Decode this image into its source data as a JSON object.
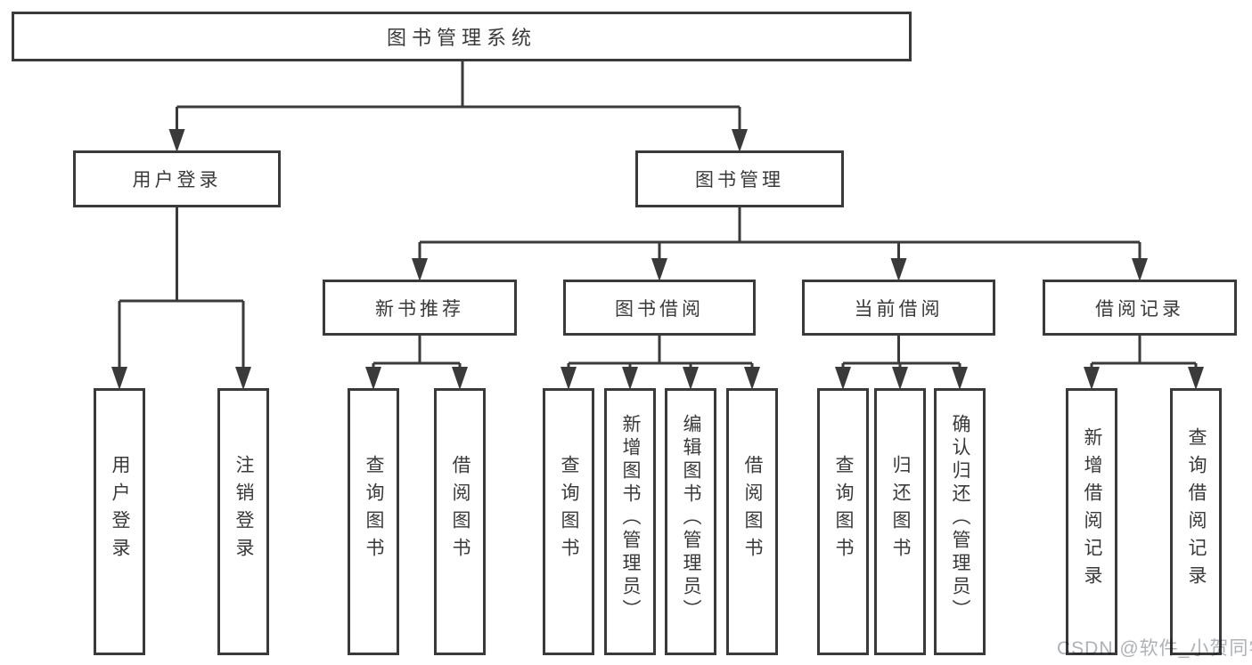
{
  "colors": {
    "line": "#3a3a3a",
    "text": "#3a3a3a",
    "background": "#ffffff",
    "watermark": "#aeb2b6"
  },
  "tree": {
    "label": "图书管理系统",
    "children": [
      {
        "label": "用户登录",
        "children": [
          {
            "label": "用户登录"
          },
          {
            "label": "注销登录"
          }
        ]
      },
      {
        "label": "图书管理",
        "children": [
          {
            "label": "新书推荐",
            "children": [
              {
                "label": "查询图书"
              },
              {
                "label": "借阅图书"
              }
            ]
          },
          {
            "label": "图书借阅",
            "children": [
              {
                "label": "查询图书"
              },
              {
                "label": "新增图书（管理员）"
              },
              {
                "label": "编辑图书（管理员）"
              },
              {
                "label": "借阅图书"
              }
            ]
          },
          {
            "label": "当前借阅",
            "children": [
              {
                "label": "查询图书"
              },
              {
                "label": "归还图书"
              },
              {
                "label": "确认归还（管理员）"
              }
            ]
          },
          {
            "label": "借阅记录",
            "children": [
              {
                "label": "新增借阅记录"
              },
              {
                "label": "查询借阅记录"
              }
            ]
          }
        ]
      }
    ]
  },
  "watermark": {
    "text": "CSDN @软件_小贺同学"
  }
}
